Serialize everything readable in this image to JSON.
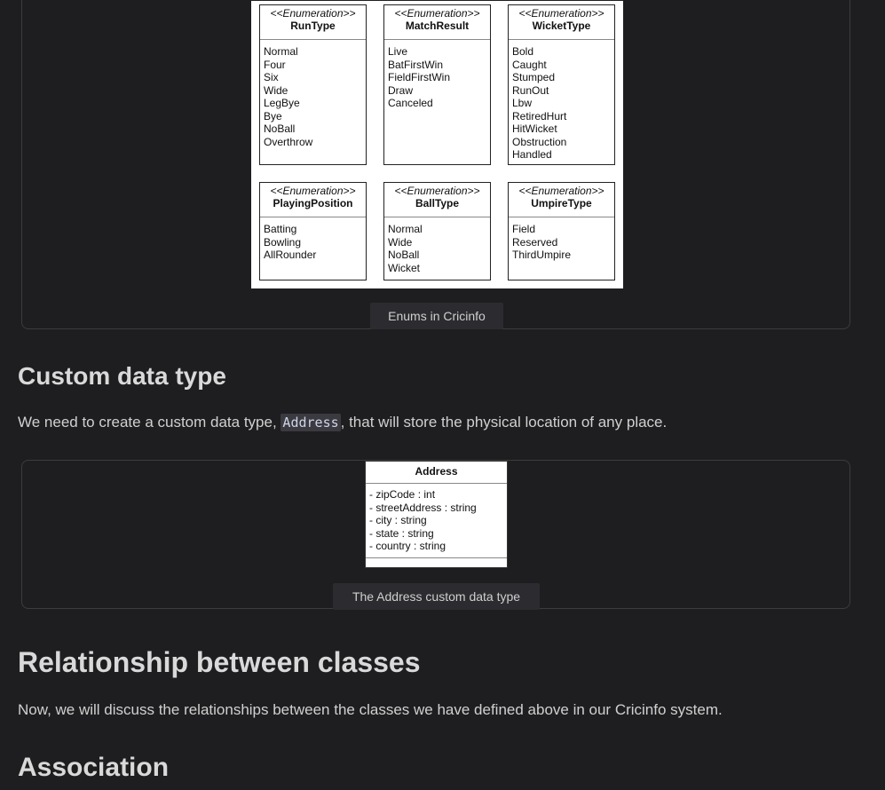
{
  "enums_figure": {
    "caption": "Enums in Cricinfo",
    "boxes": [
      {
        "stereotype": "<<Enumeration>>",
        "name": "RunType",
        "items": [
          "Normal",
          "Four",
          "Six",
          "Wide",
          "LegBye",
          "Bye",
          "NoBall",
          "Overthrow"
        ]
      },
      {
        "stereotype": "<<Enumeration>>",
        "name": "MatchResult",
        "items": [
          "Live",
          "BatFirstWin",
          "FieldFirstWin",
          "Draw",
          "Canceled"
        ]
      },
      {
        "stereotype": "<<Enumeration>>",
        "name": "WicketType",
        "items": [
          "Bold",
          "Caught",
          "Stumped",
          "RunOut",
          "Lbw",
          "RetiredHurt",
          "HitWicket",
          "Obstruction",
          "Handled"
        ]
      },
      {
        "stereotype": "<<Enumeration>>",
        "name": "PlayingPosition",
        "items": [
          "Batting",
          "Bowling",
          "AllRounder"
        ]
      },
      {
        "stereotype": "<<Enumeration>>",
        "name": "BallType",
        "items": [
          "Normal",
          "Wide",
          "NoBall",
          "Wicket"
        ]
      },
      {
        "stereotype": "<<Enumeration>>",
        "name": "UmpireType",
        "items": [
          "Field",
          "Reserved",
          "ThirdUmpire"
        ]
      }
    ]
  },
  "custom_data_type": {
    "heading": "Custom data type",
    "text_before": "We need to create a custom data type, ",
    "code": "Address",
    "text_after": ", that will store the physical location of any place."
  },
  "address_figure": {
    "caption": "The Address custom data type",
    "class_name": "Address",
    "attributes": [
      "- zipCode : int",
      "- streetAddress : string",
      "- city : string",
      "- state : string",
      "- country : string"
    ]
  },
  "relationship": {
    "heading": "Relationship between classes",
    "text": "Now, we will discuss the relationships between the classes we have defined above in our Cricinfo system."
  },
  "association": {
    "heading": "Association"
  }
}
